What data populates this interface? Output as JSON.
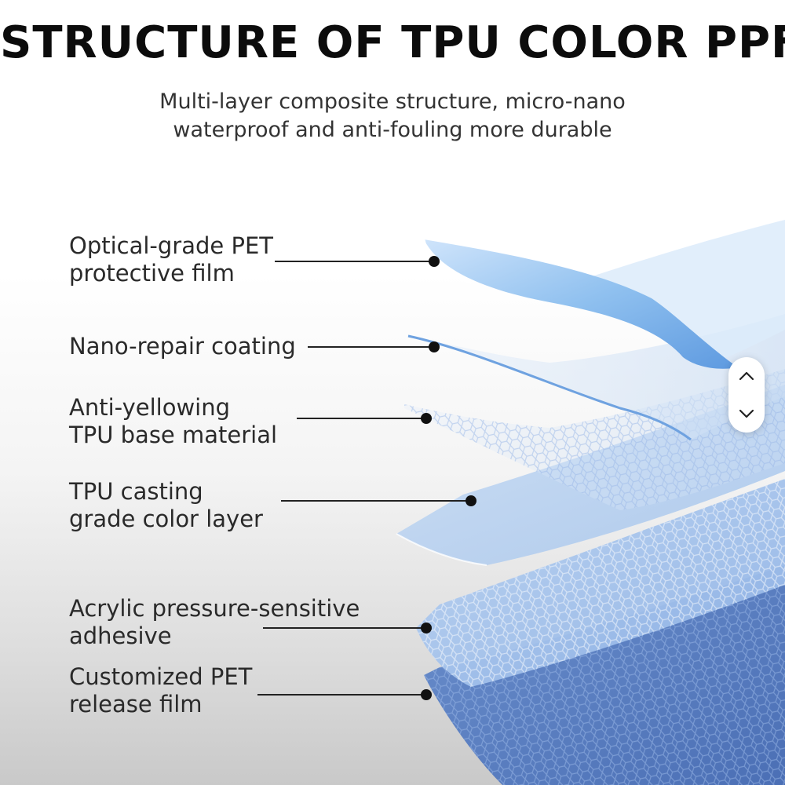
{
  "header": {
    "title": "STRUCTURE OF TPU COLOR PPF",
    "subtitle_line1": "Multi-layer composite structure, micro-nano",
    "subtitle_line2": "waterproof and anti-fouling more durable"
  },
  "layers": [
    {
      "line1": "Optical-grade PET",
      "line2": "protective film"
    },
    {
      "line1": "Nano-repair coating",
      "line2": ""
    },
    {
      "line1": "Anti-yellowing",
      "line2": "TPU base material"
    },
    {
      "line1": "TPU casting",
      "line2": "grade color layer"
    },
    {
      "line1": "Acrylic pressure-sensitive",
      "line2": "adhesive"
    },
    {
      "line1": "Customized PET",
      "line2": "release film"
    }
  ],
  "controls": {
    "scroll_up_icon": "chevron-up-icon",
    "scroll_down_icon": "chevron-down-icon"
  },
  "colors": {
    "film_blue": "#8fb8e6",
    "film_deep_blue": "#5a82c2",
    "text": "#2a2a2a",
    "title": "#0c0c0c"
  }
}
